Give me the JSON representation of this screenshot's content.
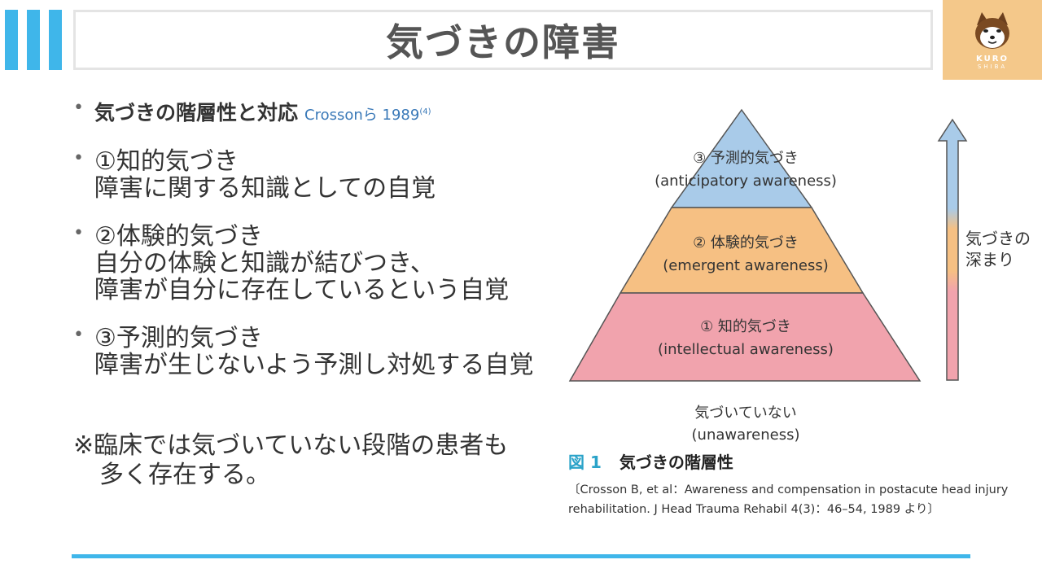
{
  "title": "気づきの障害",
  "logo": {
    "line1": "KURO",
    "line2": "SHIBA"
  },
  "bullets": [
    {
      "head": "気づきの階層性と対応",
      "cite": "Crossonら 1989",
      "cite_sup": "(4)"
    },
    {
      "lines": [
        "①知的気づき",
        "障害に関する知識としての自覚"
      ]
    },
    {
      "lines": [
        "②体験的気づき",
        "自分の体験と知識が結びつき、",
        "障害が自分に存在しているという自覚"
      ]
    },
    {
      "lines": [
        "③予測的気づき",
        "障害が生じないよう予測し対処する自覚"
      ]
    }
  ],
  "note": {
    "line1": "※臨床では気づいていない段階の患者も",
    "line2": "多く存在する。"
  },
  "pyramid": {
    "levels": [
      {
        "label": "③ 予測的気づき",
        "sub": "(anticipatory awareness)",
        "color": "#a9cbe9"
      },
      {
        "label": "② 体験的気づき",
        "sub": "(emergent awareness)",
        "color": "#f6c083"
      },
      {
        "label": "① 知的気づき",
        "sub": "(intellectual awareness)",
        "color": "#f1a3ad"
      }
    ],
    "base_label": "気づいていない",
    "base_sub": "(unawareness)",
    "arrow_label": [
      "気づきの",
      "深まり"
    ]
  },
  "figure": {
    "number": "図 1",
    "caption": "気づきの階層性",
    "reference_line1": "〔Crosson B, et al：Awareness and compensation in postacute head injury",
    "reference_line2": "rehabilitation. J Head Trauma Rehabil 4(3)：46–54, 1989 より〕"
  },
  "colors": {
    "accent": "#3fb6ea",
    "logo_bg": "#f4c88a",
    "figure_number": "#2aa3c9"
  }
}
